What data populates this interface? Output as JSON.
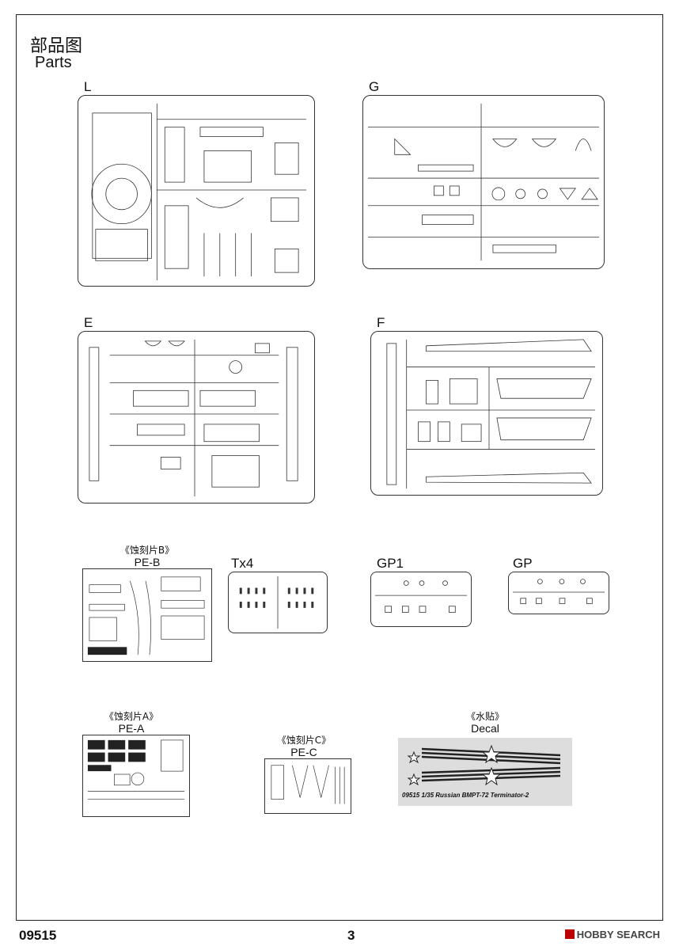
{
  "header": {
    "title_cn": "部品图",
    "title_en": "Parts"
  },
  "sprues": {
    "L": "L",
    "G": "G",
    "E": "E",
    "F": "F"
  },
  "pe": {
    "pe_b_cn": "《蚀刻片B》",
    "pe_b": "PE-B",
    "tx4": "Tx4",
    "gp1": "GP1",
    "gp": "GP",
    "pe_a_cn": "《蚀刻片A》",
    "pe_a": "PE-A",
    "pe_c_cn": "《蚀刻片C》",
    "pe_c": "PE-C"
  },
  "decal": {
    "cn": "《水贴》",
    "en": "Decal",
    "text": "09515 1/35 Russian BMPT-72 Terminator-2"
  },
  "footer": {
    "code": "09515",
    "page": "3",
    "watermark": "HOBBY SEARCH"
  }
}
